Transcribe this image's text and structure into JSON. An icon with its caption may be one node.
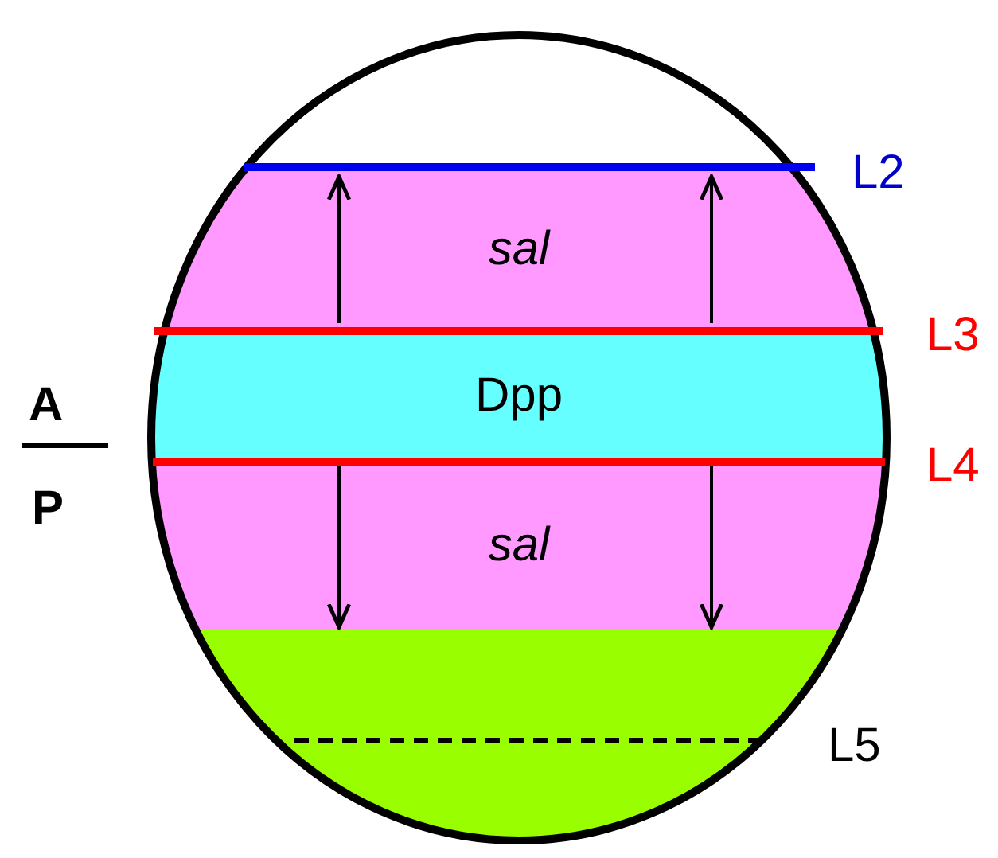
{
  "diagram": {
    "nodes": [
      {
        "text": [
          "sal"
        ]
      },
      {
        "text": [
          "Dpp"
        ]
      },
      {
        "text": [
          "sal"
        ]
      },
      {
        "text": [],
        "shape": "band"
      }
    ],
    "labels": [
      "A",
      "P",
      "L2",
      "L3",
      "L4",
      "L5"
    ]
  }
}
